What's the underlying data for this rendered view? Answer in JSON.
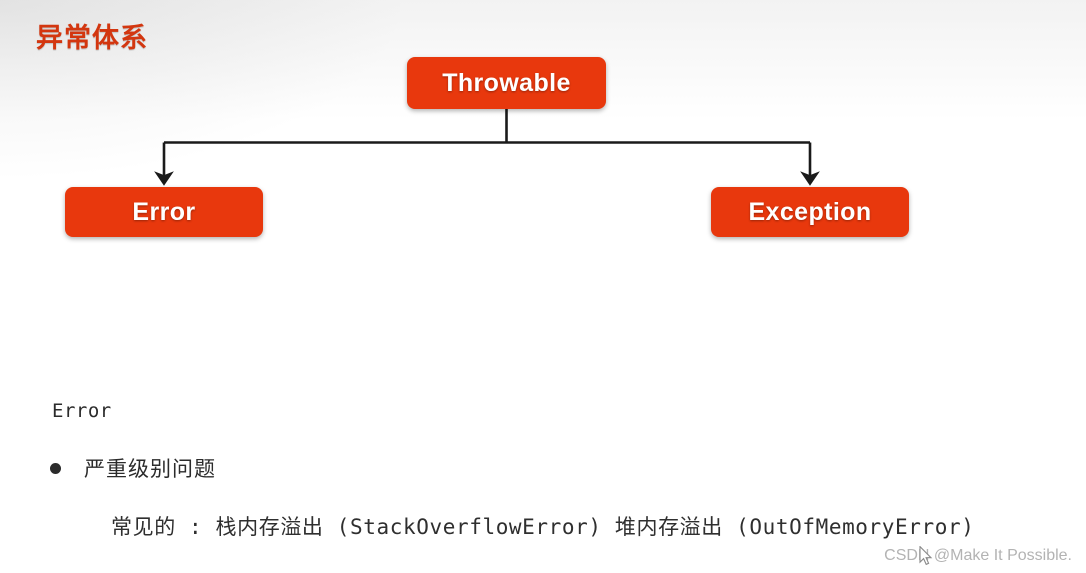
{
  "slide": {
    "title": "异常体系",
    "title_color": "#d3360f",
    "background": "#ffffff"
  },
  "diagram": {
    "type": "tree",
    "node_fill": "#e8380d",
    "node_text_color": "#ffffff",
    "connector_color": "#1a1a1a",
    "root": {
      "label": "Throwable"
    },
    "children": [
      {
        "label": "Error"
      },
      {
        "label": "Exception"
      }
    ],
    "edges": [
      {
        "from": "Throwable",
        "to": "Error",
        "arrow": "down-arrow-icon"
      },
      {
        "from": "Throwable",
        "to": "Exception",
        "arrow": "down-arrow-icon"
      }
    ]
  },
  "notes": {
    "heading": "Error",
    "bullets": [
      {
        "marker": "bullet-dot-icon",
        "text": "严重级别问题",
        "detail": "常见的 : 栈内存溢出 (StackOverflowError)  堆内存溢出 (OutOfMemoryError)"
      }
    ]
  },
  "watermark": {
    "text": "CSDN @Make It Possible.",
    "cursor": "mouse-pointer-icon"
  }
}
